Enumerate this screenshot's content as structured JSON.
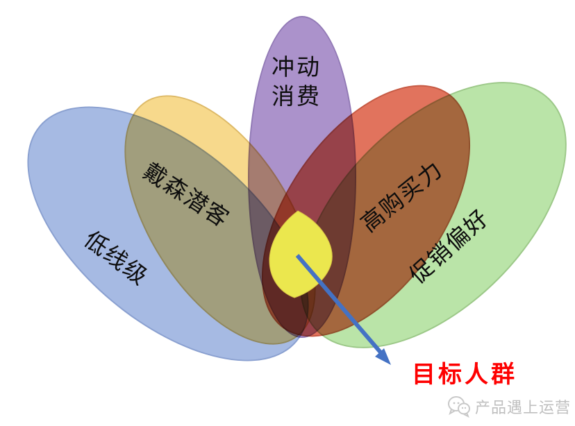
{
  "diagram": {
    "title_hint": "five-set venn of target audience traits",
    "sets": [
      {
        "id": "impulse",
        "label": "冲动消费",
        "label_line1": "冲动",
        "label_line2": "消费",
        "color": "#ab92cb"
      },
      {
        "id": "dyson-prospects",
        "label": "戴森潜客",
        "color": "#f7d98c"
      },
      {
        "id": "low-tier",
        "label": "低线级",
        "color": "#a6bae3"
      },
      {
        "id": "high-purchasing-power",
        "label": "高购买力",
        "color": "#e1735d"
      },
      {
        "id": "promo-preference",
        "label": "促销偏好",
        "color": "#bae4a8"
      }
    ],
    "intersection": {
      "label": "目标人群",
      "label_color": "#fe0000",
      "highlight_color": "#ebe74e",
      "arrow_color": "#4472c4"
    },
    "watermark": {
      "text": "产品遇上运营",
      "logo": "speech-bubbles-icon",
      "color": "#bfbfbf"
    }
  }
}
